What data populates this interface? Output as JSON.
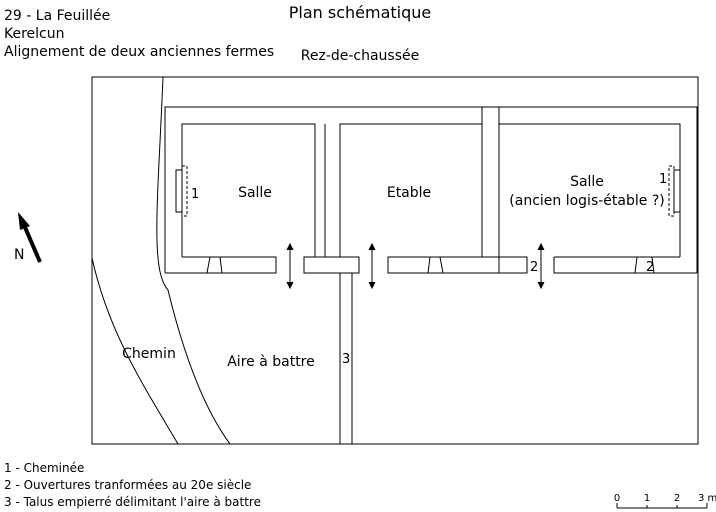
{
  "header": {
    "line1": "29 - La Feuillée",
    "line2": "Kerelcun",
    "line3": "Alignement de deux anciennes fermes"
  },
  "title": "Plan schématique",
  "subtitle": "Rez-de-chaussée",
  "rooms": {
    "salle_left": "Salle",
    "etable": "Etable",
    "salle_right": "Salle",
    "salle_right_sub": "(ancien logis-étable ?)"
  },
  "areas": {
    "chemin": "Chemin",
    "aire": "Aire à battre"
  },
  "markers": {
    "m1_left": "1",
    "m1_right": "1",
    "m2_gap": "2",
    "m2_wall": "2",
    "m3": "3"
  },
  "north": "N",
  "legend": {
    "item1": "1 - Cheminée",
    "item2": "2 - Ouvertures tranformées au 20e siècle",
    "item3": "3 - Talus empierré délimitant l'aire à battre"
  },
  "scale": {
    "ticks": [
      "0",
      "1",
      "2",
      "3 m"
    ]
  },
  "colors": {
    "line": "#000000",
    "background": "#ffffff"
  }
}
